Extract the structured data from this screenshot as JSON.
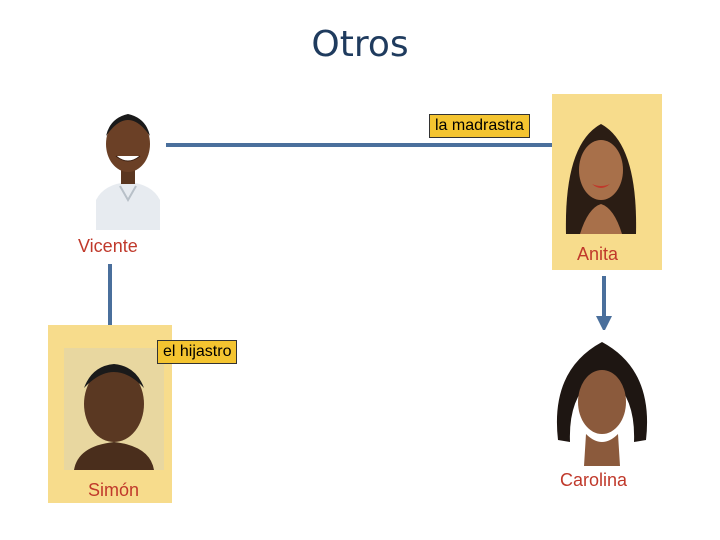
{
  "title": "Otros",
  "people": {
    "vicente": {
      "name": "Vicente"
    },
    "anita": {
      "name": "Anita"
    },
    "simon": {
      "name": "Simón"
    },
    "carolina": {
      "name": "Carolina"
    }
  },
  "relations": {
    "stepmother": "la madrastra",
    "stepson": "el hijastro"
  },
  "colors": {
    "title": "#1f3b5e",
    "connector": "#4a6f9c",
    "panel": "#f7dc8c",
    "tag": "#f4c430",
    "name_text": "#c0392b"
  }
}
